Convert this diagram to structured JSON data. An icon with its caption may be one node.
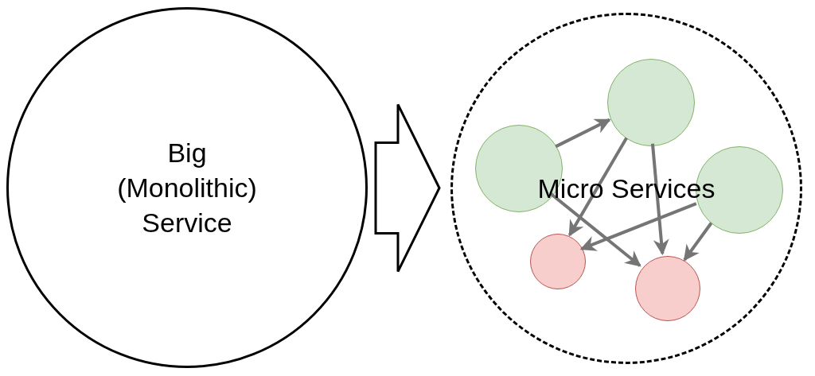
{
  "diagram": {
    "nodes": [
      {
        "text": [
          "Big (Monolithic) Service"
        ]
      },
      {
        "text": [
          "Micro Services"
        ]
      },
      {
        "text": [],
        "shape": "circle",
        "in": 1
      },
      {
        "text": [],
        "shape": "circle",
        "in": 1
      },
      {
        "text": [],
        "shape": "circle",
        "in": 1
      },
      {
        "text": [],
        "shape": "circle",
        "in": 1
      },
      {
        "text": [],
        "shape": "circle",
        "in": 1
      }
    ],
    "edges": [
      {
        "from": 0,
        "to": 1,
        "arrow": "to",
        "style": "thick"
      },
      {
        "from": 2,
        "to": 3,
        "arrow": "to"
      },
      {
        "from": 3,
        "to": 5,
        "arrow": "to"
      },
      {
        "from": 3,
        "to": 6,
        "arrow": "to"
      },
      {
        "from": 2,
        "to": 6,
        "arrow": "to"
      },
      {
        "from": 4,
        "to": 5,
        "arrow": "to"
      },
      {
        "from": 4,
        "to": 6,
        "arrow": "to"
      }
    ]
  }
}
